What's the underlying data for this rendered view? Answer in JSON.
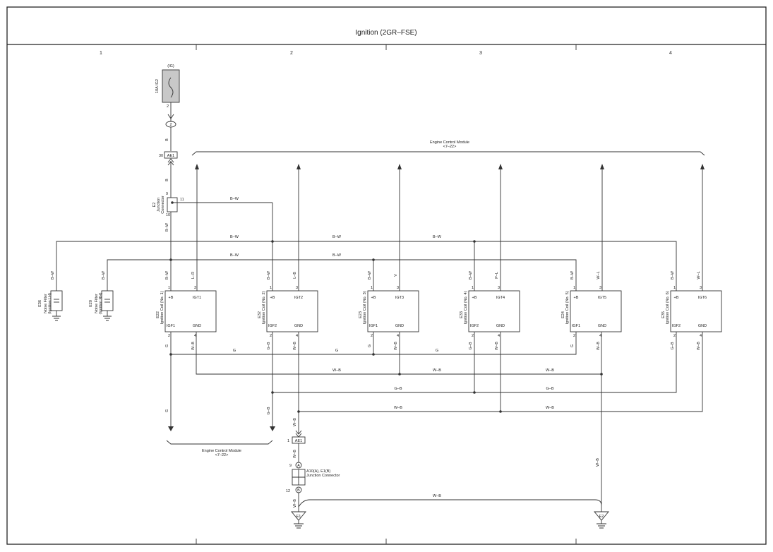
{
  "title": "Ignition (2GR–FSE)",
  "columns": [
    "1",
    "2",
    "3",
    "4"
  ],
  "fuse": {
    "name": "(IG)",
    "rating": "10A IG2",
    "pin": "2"
  },
  "connector_2": "2",
  "ae1_top": {
    "pin": "30",
    "label": "AE1"
  },
  "ae1_bottom": {
    "pin": "1",
    "label": "AE1"
  },
  "junction_e2": {
    "name": "E2\nJunction\nConnector",
    "pin_top": "9",
    "pin_bottom": "10",
    "pin_side": "11"
  },
  "junction_a10": {
    "name": "A10(A), E1(B)\nJunction Connector",
    "pin_a": "9",
    "pin_b": "12",
    "letter_a": "A",
    "letter_b": "B"
  },
  "ecm_top": {
    "name": "Engine Control Module",
    "ref": "<7–22>"
  },
  "ecm_bottom": {
    "name": "Engine Control Module",
    "ref": "<7–22>"
  },
  "noise_filters": [
    {
      "code": "E36",
      "name": "Noise Filter\n(Ignition LH)",
      "wire": "B–W"
    },
    {
      "code": "E20",
      "name": "Noise Filter\n(Ignition RH)",
      "wire": "B–W"
    }
  ],
  "coils": [
    {
      "code": "E22",
      "name": "Ignition Coil (No. 1)",
      "igt": "IGT1",
      "igf": "IGF1",
      "plus_wire": "B–W",
      "igt_wire": "L–R",
      "igf_wire": "G",
      "gnd_wire": "W–B"
    },
    {
      "code": "E32",
      "name": "Ignition Coil (No. 2)",
      "igt": "IGT2",
      "igf": "IGF2",
      "plus_wire": "B–W",
      "igt_wire": "L–B",
      "igf_wire": "G–B",
      "gnd_wire": "W–B"
    },
    {
      "code": "E23",
      "name": "Ignition Coil (No. 3)",
      "igt": "IGT3",
      "igf": "IGF1",
      "plus_wire": "B–W",
      "igt_wire": "V",
      "igf_wire": "G",
      "gnd_wire": "W–B"
    },
    {
      "code": "E33",
      "name": "Ignition Coil (No. 4)",
      "igt": "IGT4",
      "igf": "IGF2",
      "plus_wire": "B–W",
      "igt_wire": "P–L",
      "igf_wire": "G–B",
      "gnd_wire": "W–B"
    },
    {
      "code": "E24",
      "name": "Ignition Coil (No. 5)",
      "igt": "IGT5",
      "igf": "IGF1",
      "plus_wire": "B–W",
      "igt_wire": "W–L",
      "igf_wire": "G",
      "gnd_wire": "W–B"
    },
    {
      "code": "E35",
      "name": "Ignition Coil (No. 6)",
      "igt": "IGT6",
      "igf": "IGF2",
      "plus_wire": "B–W",
      "igt_wire": "W–L",
      "igf_wire": "G–B",
      "gnd_wire": "W–B"
    }
  ],
  "pin_labels": {
    "p1": "1",
    "p2": "2",
    "p3": "3",
    "p4": "4",
    "plus": "+B",
    "gnd": "GND"
  },
  "wire_labels": {
    "b": "B",
    "bw": "B–W",
    "g": "G",
    "gb": "G–B",
    "wb": "W–B"
  },
  "grounds": {
    "e1": "E1",
    "e2": "E2"
  }
}
